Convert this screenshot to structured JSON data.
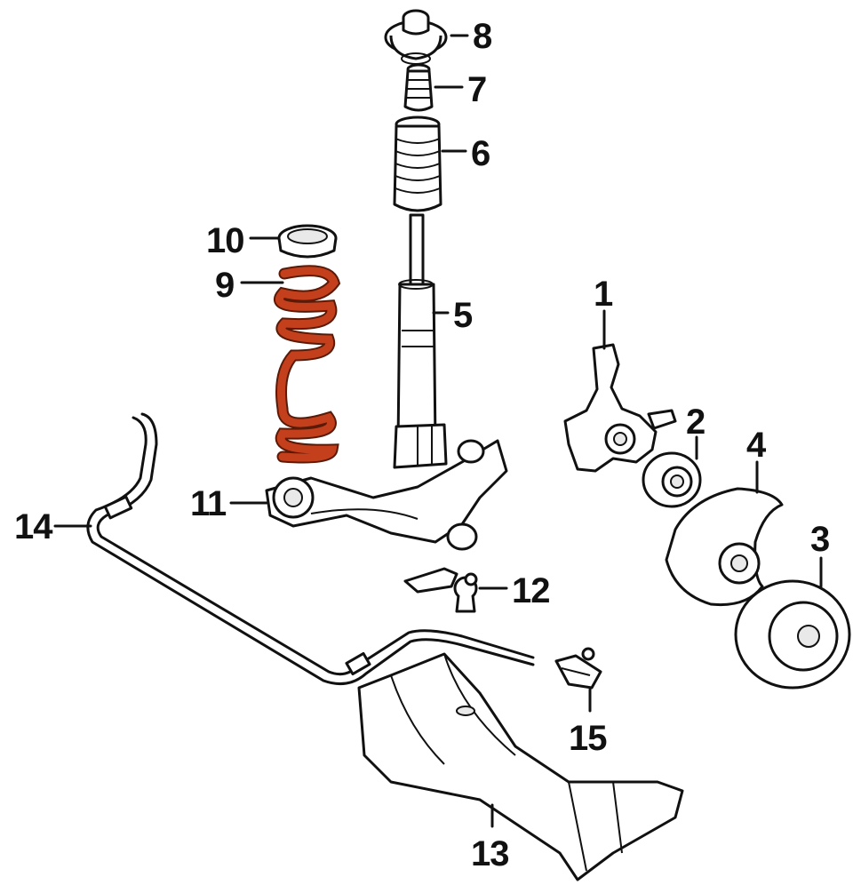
{
  "diagram": {
    "highlight_color": "#c4401c",
    "line_color": "#111111",
    "background": "#ffffff",
    "callouts": [
      {
        "id": "1",
        "label": "1"
      },
      {
        "id": "2",
        "label": "2"
      },
      {
        "id": "3",
        "label": "3"
      },
      {
        "id": "4",
        "label": "4"
      },
      {
        "id": "5",
        "label": "5"
      },
      {
        "id": "6",
        "label": "6"
      },
      {
        "id": "7",
        "label": "7"
      },
      {
        "id": "8",
        "label": "8"
      },
      {
        "id": "9",
        "label": "9"
      },
      {
        "id": "10",
        "label": "10"
      },
      {
        "id": "11",
        "label": "11"
      },
      {
        "id": "12",
        "label": "12"
      },
      {
        "id": "13",
        "label": "13"
      },
      {
        "id": "14",
        "label": "14"
      },
      {
        "id": "15",
        "label": "15"
      }
    ]
  }
}
